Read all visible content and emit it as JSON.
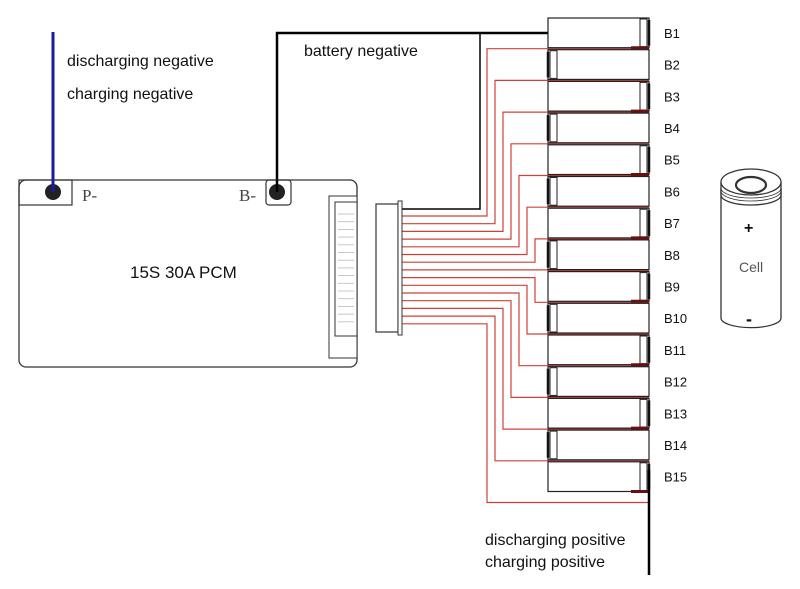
{
  "labels": {
    "p_neg_line1": "discharging negative",
    "p_neg_line2": "charging negative",
    "battery_negative": "battery negative",
    "p_pos_line1": "discharging positive",
    "p_pos_line2": "charging positive",
    "p_minus": "P-",
    "b_minus": "B-",
    "pcm_title": "15S 30A PCM"
  },
  "cell_icon": {
    "plus": "+",
    "label": "Cell",
    "minus": "-"
  },
  "batteries": [
    "B1",
    "B2",
    "B3",
    "B4",
    "B5",
    "B6",
    "B7",
    "B8",
    "B9",
    "B10",
    "B11",
    "B12",
    "B13",
    "B14",
    "B15"
  ],
  "colors": {
    "balance_wire": "#d0403a",
    "p_neg_wire": "#1a1aa8",
    "b_neg_wire": "#000000"
  }
}
